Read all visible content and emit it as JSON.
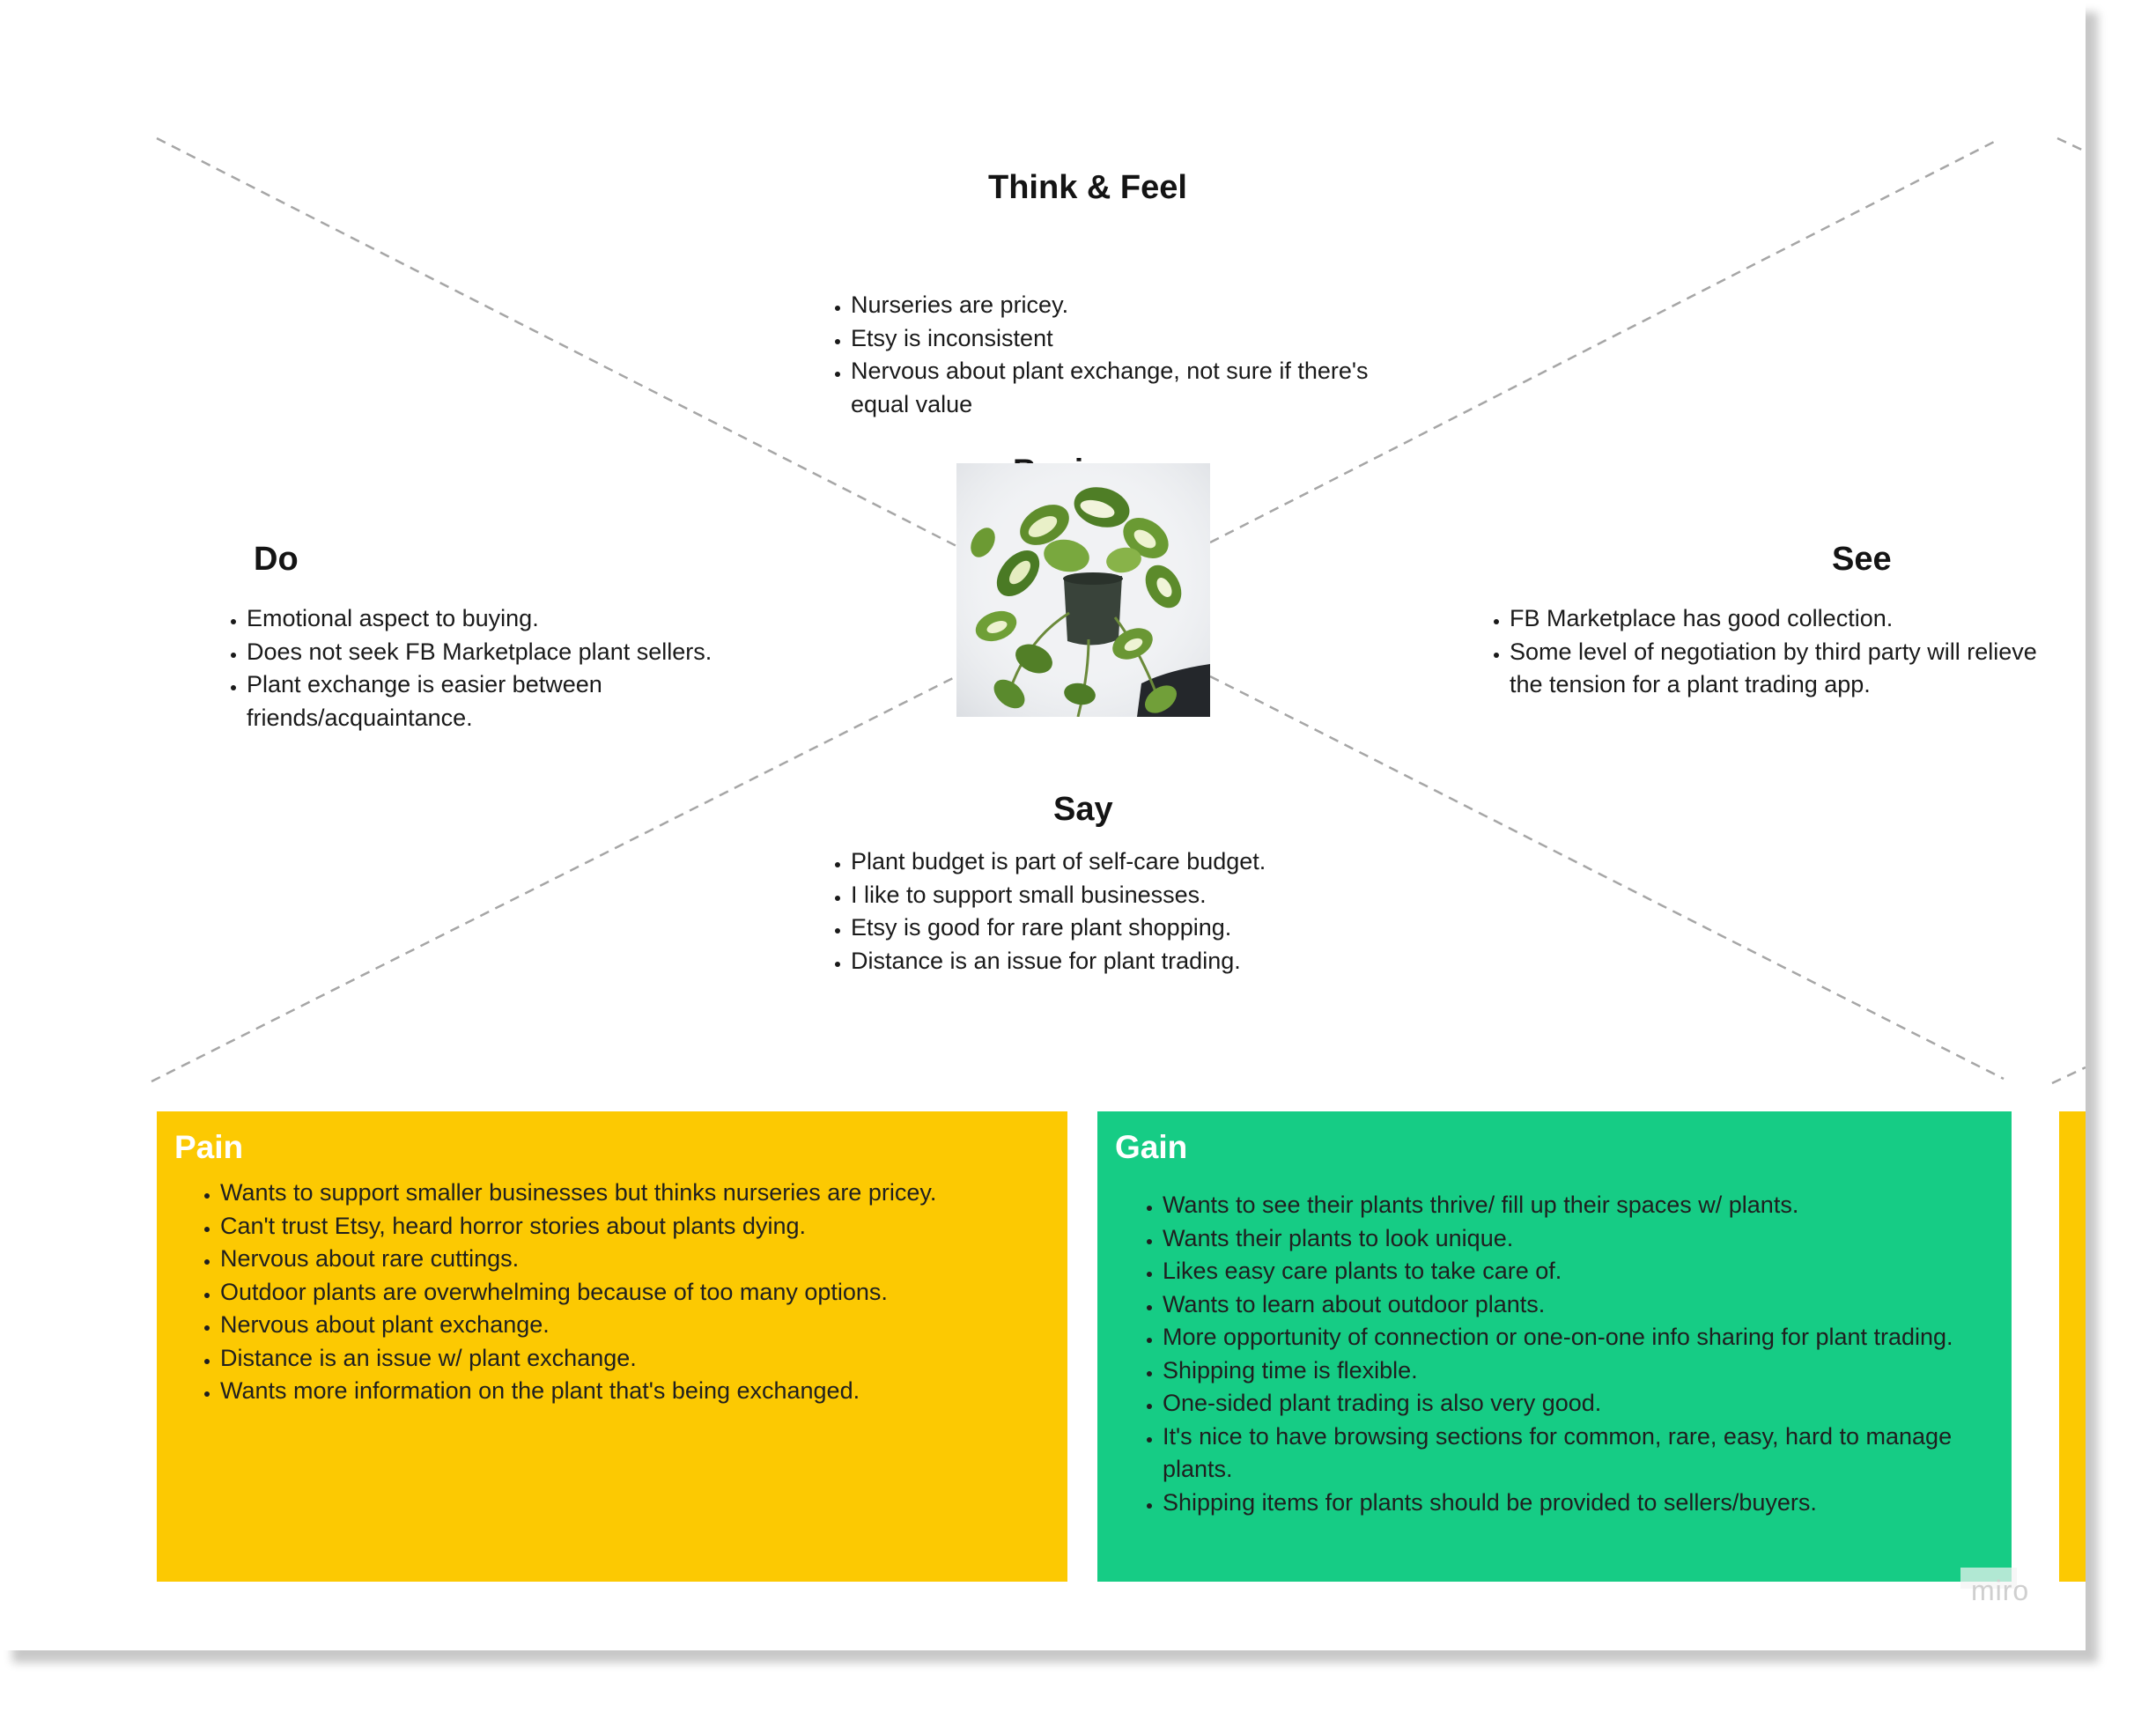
{
  "colors": {
    "pain": "#fcc902",
    "gain": "#16cc85",
    "divider": "#a6a6a6",
    "photo_bg": "#eceef1"
  },
  "icons": {
    "center_image": "pothos-plant-image"
  },
  "persona": "Beginner",
  "think_feel": {
    "title": "Think & Feel",
    "items": [
      "Nurseries are pricey.",
      "Etsy is inconsistent",
      "Nervous about plant exchange, not sure if there's equal value"
    ]
  },
  "do": {
    "title": "Do",
    "items": [
      "Emotional aspect to buying.",
      "Does not seek FB Marketplace plant sellers.",
      "Plant exchange is easier between friends/acquaintance."
    ]
  },
  "see": {
    "title": "See",
    "items": [
      "FB Marketplace has good collection.",
      "Some level of negotiation by third party will relieve the tension for a plant trading app."
    ]
  },
  "say": {
    "title": "Say",
    "items": [
      "Plant budget is part of self-care budget.",
      "I like to support small businesses.",
      "Etsy is good for rare plant shopping.",
      "Distance is an issue for plant trading."
    ]
  },
  "pain": {
    "title": "Pain",
    "items": [
      "Wants to support smaller businesses but thinks nurseries are pricey.",
      "Can't trust Etsy, heard horror stories about plants dying.",
      "Nervous about rare cuttings.",
      "Outdoor plants are overwhelming because of too many options.",
      "Nervous about plant exchange.",
      "Distance is an issue w/ plant exchange.",
      "Wants more information on the plant that's being exchanged."
    ]
  },
  "gain": {
    "title": "Gain",
    "items": [
      "Wants to see their plants thrive/ fill up their spaces w/ plants.",
      "Wants their plants to look unique.",
      "Likes easy care plants to take care of.",
      "Wants to learn about outdoor plants.",
      "More opportunity of connection or one-on-one info sharing for plant trading.",
      "Shipping time is flexible.",
      "One-sided plant trading is also very good.",
      "It's nice to have browsing sections for common, rare, easy, hard to manage plants.",
      "Shipping items for plants should be provided to sellers/buyers."
    ]
  },
  "watermark": "miro"
}
